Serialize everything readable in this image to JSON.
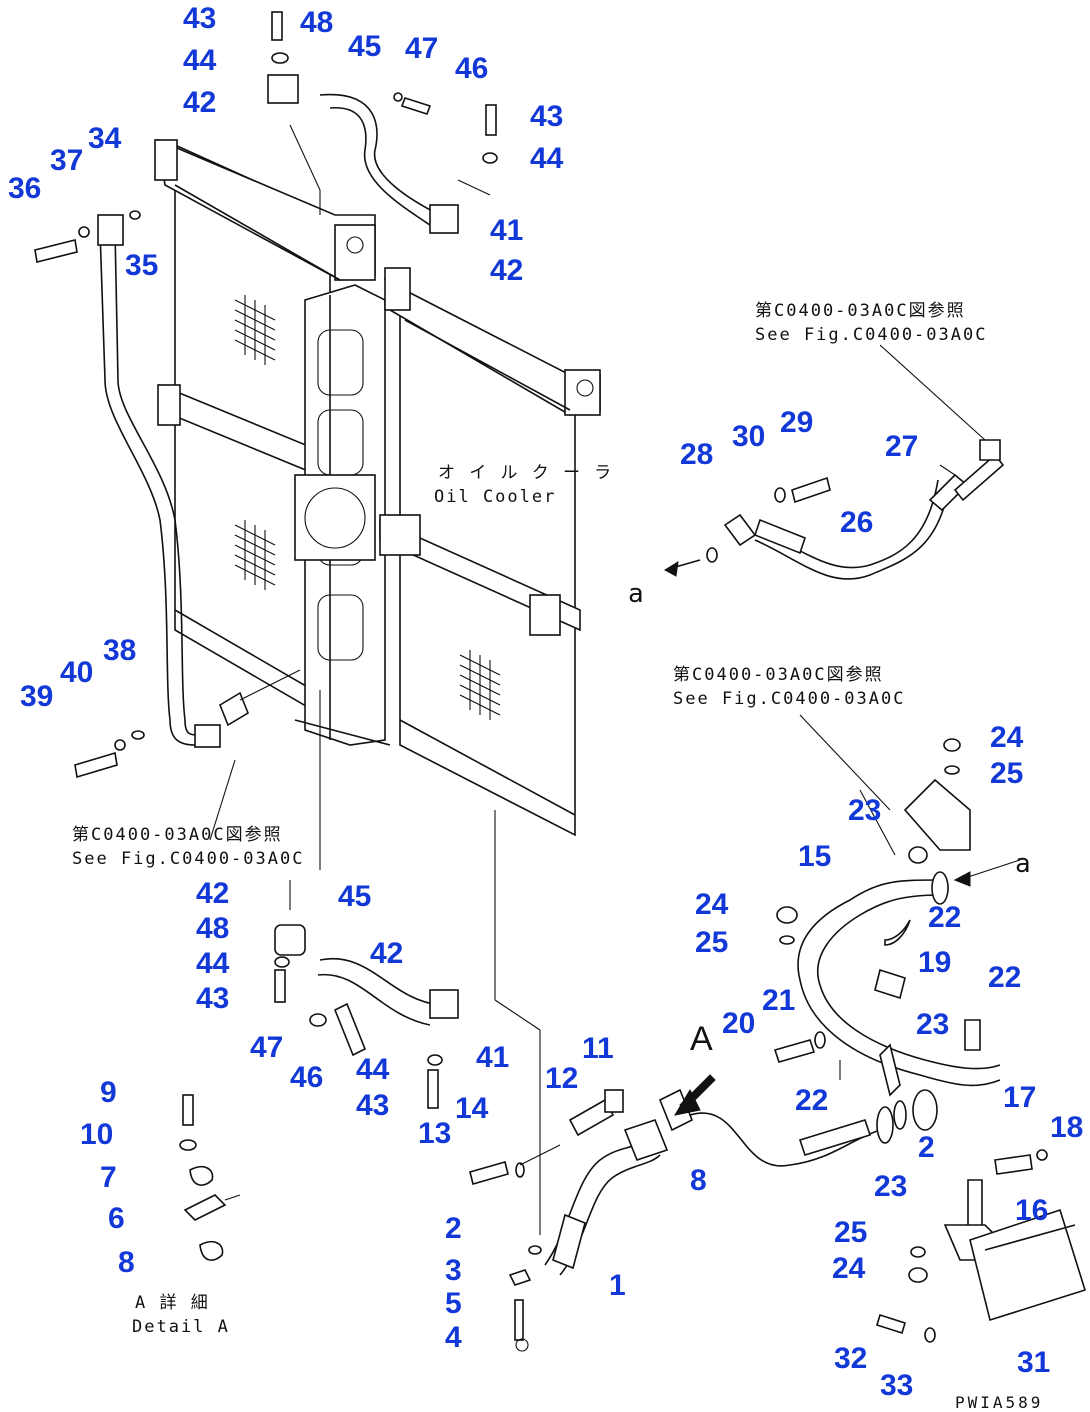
{
  "figure_code": "PWIA589",
  "view_label": "A",
  "detail_label": {
    "jp": "A 詳 細",
    "en": "Detail A"
  },
  "cooler_label": {
    "jp": "オ イ ル ク ー ラ",
    "en": "Oil Cooler"
  },
  "fig_refs": [
    {
      "jp": "第C0400-03A0C図参照",
      "en": "See Fig.C0400-03A0C"
    },
    {
      "jp": "第C0400-03A0C図参照",
      "en": "See Fig.C0400-03A0C"
    },
    {
      "jp": "第C0400-03A0C図参照",
      "en": "See Fig.C0400-03A0C"
    }
  ],
  "flow_markers": [
    "a",
    "a"
  ],
  "callouts": [
    "43",
    "48",
    "45",
    "47",
    "46",
    "44",
    "42",
    "43",
    "44",
    "41",
    "42",
    "34",
    "37",
    "36",
    "35",
    "29",
    "30",
    "28",
    "27",
    "26",
    "38",
    "40",
    "39",
    "24",
    "25",
    "23",
    "15",
    "42",
    "45",
    "48",
    "44",
    "42",
    "43",
    "24",
    "25",
    "22",
    "21",
    "19",
    "22",
    "11",
    "20",
    "23",
    "12",
    "47",
    "41",
    "46",
    "44",
    "43",
    "14",
    "22",
    "13",
    "17",
    "18",
    "9",
    "10",
    "2",
    "7",
    "8",
    "23",
    "6",
    "16",
    "8",
    "2",
    "25",
    "3",
    "24",
    "1",
    "5",
    "4",
    "31",
    "32",
    "33"
  ],
  "colors": {
    "callout": "#1238d8",
    "line": "#111111",
    "background": "#ffffff"
  }
}
